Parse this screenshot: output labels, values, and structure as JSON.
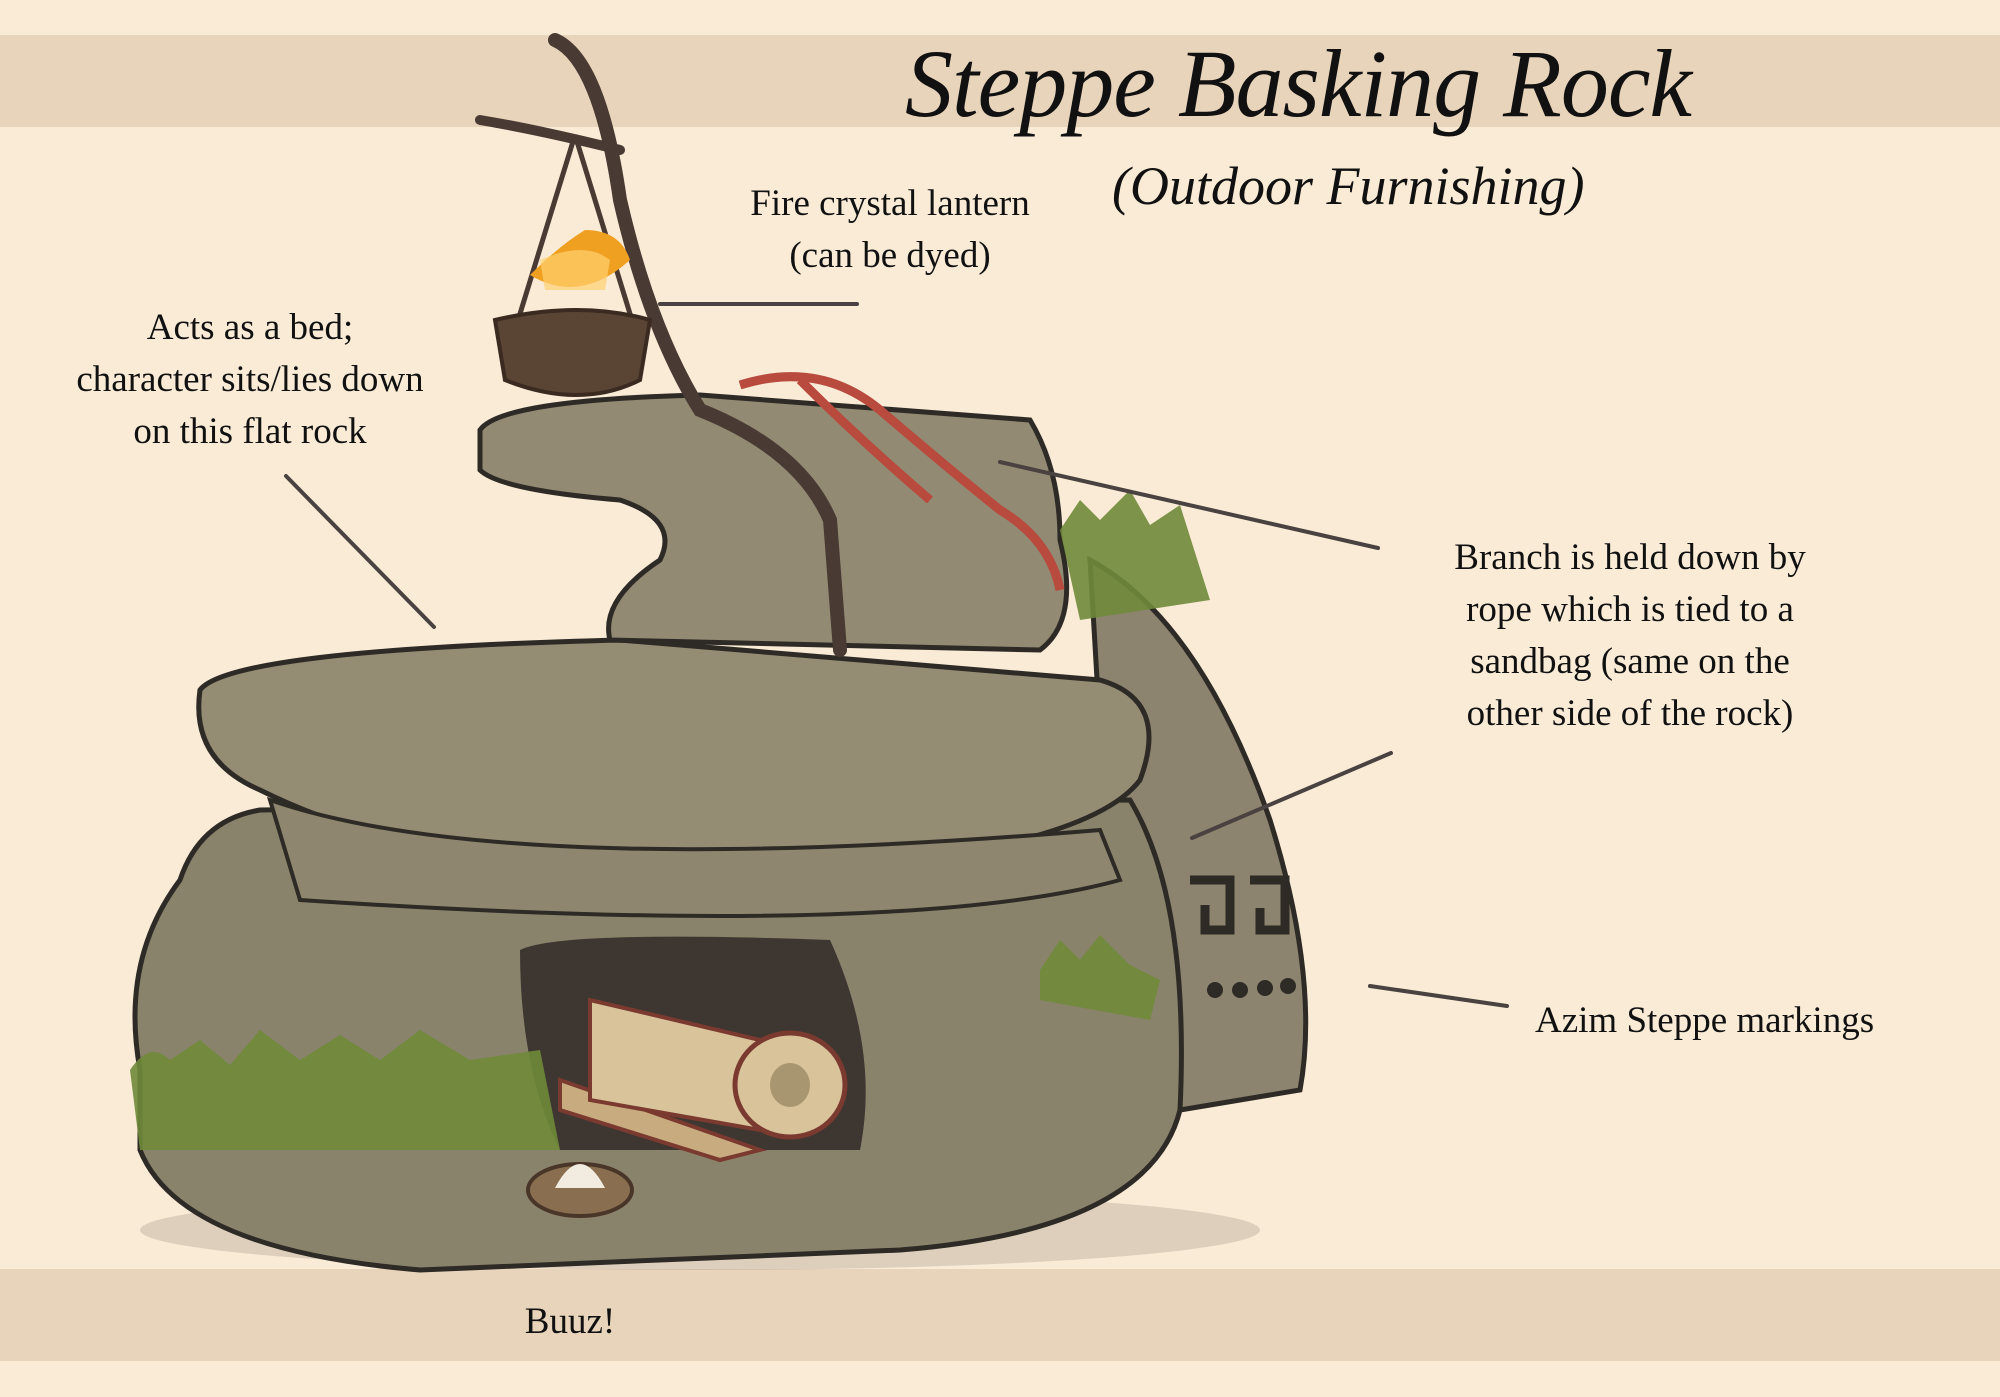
{
  "header": {
    "title": "Steppe Basking Rock",
    "subtitle": "(Outdoor Furnishing)"
  },
  "annotations": {
    "lantern": [
      "Fire crystal lantern",
      "(can be dyed)"
    ],
    "bed": [
      "Acts as a bed;",
      "character sits/lies down",
      "on this flat rock"
    ],
    "branch": [
      "Branch is held down by",
      "rope which is tied to a",
      "sandbag (same on the",
      "other side of the rock)"
    ],
    "markings": "Azim Steppe markings",
    "buuz": "Buuz!"
  },
  "colors": {
    "background": "#f9ebd6",
    "band": "#e8d4bb",
    "rock": "#8f8870",
    "grass": "#6f8a3a",
    "crystal": "#f0a020",
    "rope": "#b84a3e",
    "leader_line": "#4a4240"
  }
}
